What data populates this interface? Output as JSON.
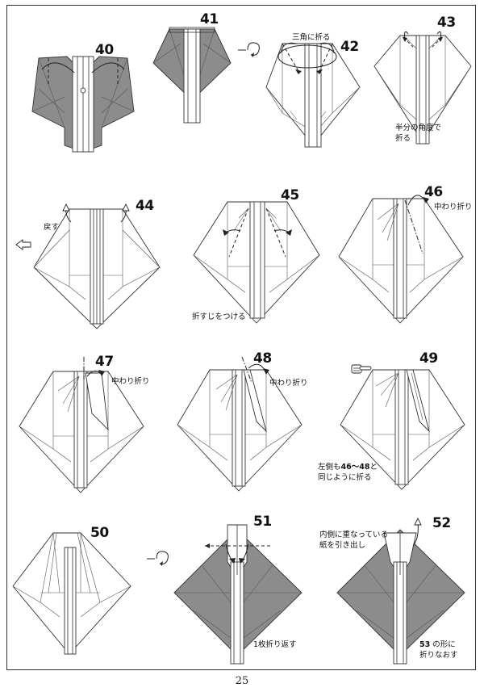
{
  "page_number": "25",
  "steps": [
    {
      "number": "40"
    },
    {
      "number": "41"
    },
    {
      "number": "42",
      "note": "三角に折る"
    },
    {
      "number": "43",
      "note": "半分の角度で\n折る"
    },
    {
      "number": "44",
      "note": "戻す"
    },
    {
      "number": "45",
      "note": "折すじをつける"
    },
    {
      "number": "46",
      "note": "中わり折り"
    },
    {
      "number": "47",
      "note": "中わり折り"
    },
    {
      "number": "48",
      "note": "中わり折り"
    },
    {
      "number": "49",
      "note_prefix": "左側も",
      "note_ref": "46〜48",
      "note_suffix": "と\n同じように折る"
    },
    {
      "number": "50"
    },
    {
      "number": "51",
      "note": "1枚折り返す"
    },
    {
      "number": "52",
      "note": "内側に重なっている\n紙を引き出し",
      "note2_ref": "53",
      "note2_suffix": "の形に\n折りなおす"
    }
  ]
}
